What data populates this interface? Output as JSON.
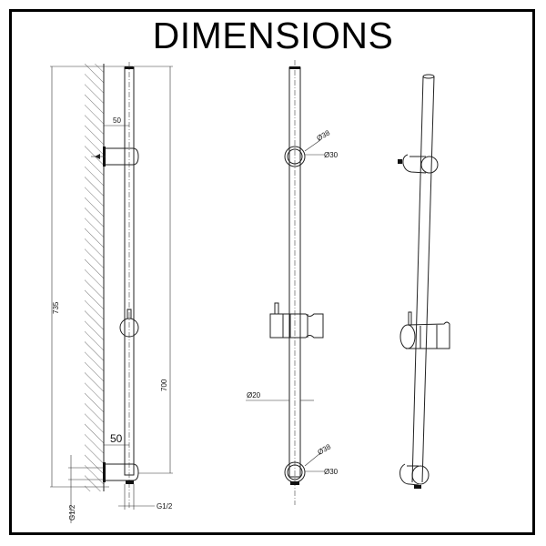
{
  "title": "DIMENSIONS",
  "side_view": {
    "overall_height": "735",
    "rail_length": "700",
    "top_bracket_offset": "50",
    "bottom_bracket_offset": "50",
    "outlet_thread_left": "G1/2",
    "outlet_thread_right": "G1/2"
  },
  "front_view": {
    "top_bracket_outer_diameter": "Ø38",
    "top_bracket_inner_diameter": "Ø30",
    "rail_diameter": "Ø20",
    "bottom_bracket_outer_diameter": "Ø38",
    "bottom_bracket_inner_diameter": "Ø30"
  }
}
